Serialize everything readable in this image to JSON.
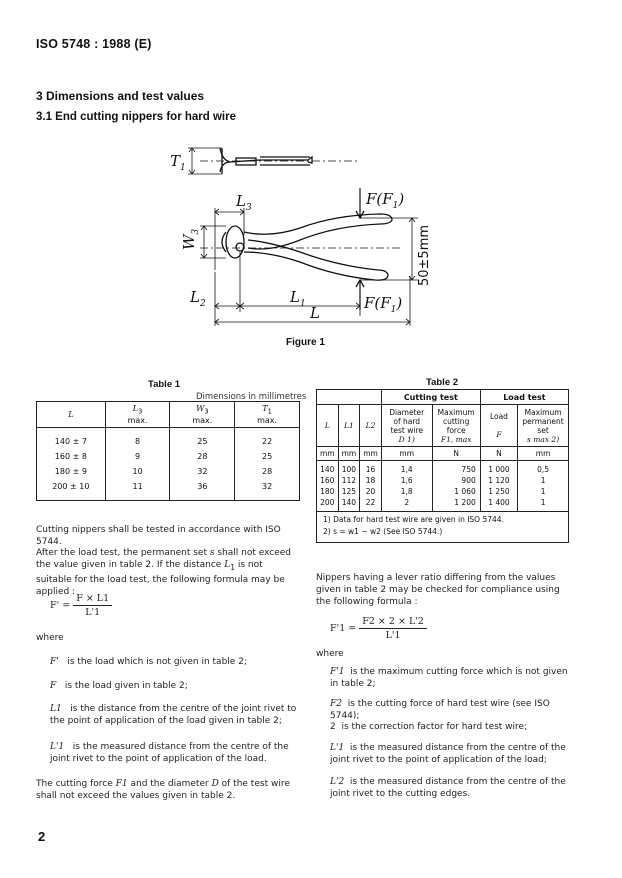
{
  "header": "ISO 5748 : 1988 (E)",
  "section": "3  Dimensions and test values",
  "subsection": "3.1  End cutting nippers for hard wire",
  "figure": {
    "caption": "Figure 1",
    "labels": {
      "t1": "T",
      "t1_sub": "1",
      "l3": "L",
      "l3_sub": "3",
      "w3": "W",
      "w3_sub": "3",
      "f_top": "F(F",
      "f_top_sub": "1",
      "f_top_end": ")",
      "f_bottom": "F(F",
      "f_bottom_sub": "1",
      "f_bottom_end": ")",
      "dist": "50±5mm",
      "l2": "L",
      "l2_sub": "2",
      "l1": "L",
      "l1_sub": "1",
      "l": "L"
    }
  },
  "table1": {
    "title": "Table 1",
    "units": "Dimensions in millimetres",
    "headers": [
      {
        "sym": "L",
        "sub": "",
        "qual": ""
      },
      {
        "sym": "L",
        "sub": "3",
        "qual": "max."
      },
      {
        "sym": "W",
        "sub": "3",
        "qual": "max."
      },
      {
        "sym": "T",
        "sub": "1",
        "qual": "max."
      }
    ],
    "rows": [
      [
        "140 ± 7",
        "8",
        "25",
        "22"
      ],
      [
        "160 ± 8",
        "9",
        "28",
        "25"
      ],
      [
        "180 ± 9",
        "10",
        "32",
        "28"
      ],
      [
        "200 ± 10",
        "11",
        "36",
        "32"
      ]
    ]
  },
  "table2": {
    "title": "Table 2",
    "group_cutting": "Cutting test",
    "group_load": "Load test",
    "headers": {
      "l": "L",
      "l1": "L1",
      "l2": "L2",
      "diameter": [
        "Diameter",
        "of hard",
        "test wire",
        "D 1)"
      ],
      "max_force": [
        "Maximum",
        "cutting",
        "force",
        "F1, max"
      ],
      "load": [
        "Load",
        "F"
      ],
      "perm_set": [
        "Maximum",
        "permanent",
        "set",
        "s max 2)"
      ]
    },
    "units": [
      "mm",
      "mm",
      "mm",
      "mm",
      "N",
      "N",
      "mm"
    ],
    "rows": [
      [
        "140",
        "100",
        "16",
        "1,4",
        "750",
        "1 000",
        "0,5"
      ],
      [
        "160",
        "112",
        "18",
        "1,6",
        "900",
        "1 120",
        "1"
      ],
      [
        "180",
        "125",
        "20",
        "1,8",
        "1 060",
        "1 250",
        "1"
      ],
      [
        "200",
        "140",
        "22",
        "2",
        "1 200",
        "1 400",
        "1"
      ]
    ],
    "footnote1": "1)  Data for hard test wire are given in ISO 5744.",
    "footnote2": "2)  s = w1 − w2 (See ISO 5744.)"
  },
  "left": {
    "p1": "Cutting nippers shall be tested in accordance with ISO 5744.",
    "p2a": "After the load test, the permanent set ",
    "p2b": "s",
    "p2c": " shall not exceed the value given in table 2. If the distance ",
    "p2d": "L",
    "p2e": "1",
    "p2f": " is not suitable for the load test, the following formula may be applied :",
    "formula_lhs": "F' =",
    "formula_num": "F × L1",
    "formula_den": "L'1",
    "where": "where",
    "def1_sym": "F'",
    "def1_text": "is the load which is not given in table 2;",
    "def2_sym": "F",
    "def2_text": "is the load given in table 2;",
    "def3_sym": "L1",
    "def3_text": "is the distance from the centre of the joint rivet to the point of application of the load given in table 2;",
    "def4_sym": "L'1",
    "def4_text": "is the measured distance from the centre of the joint rivet to the point of application of the load.",
    "p3a": "The cutting force ",
    "p3b": "F1",
    "p3c": " and the diameter ",
    "p3d": "D",
    "p3e": " of the test wire shall not exceed the values given in table 2."
  },
  "right": {
    "p1": "Nippers having a lever ratio differing from the values given in table 2 may be checked for compliance using the following formula :",
    "formula_lhs": "F'1 =",
    "formula_num": "F2 × 2 × L'2",
    "formula_den": "L'1",
    "where": "where",
    "def1_sym": "F'1",
    "def1_text": "is the maximum cutting force which is not given in table 2;",
    "def2_sym": "F2",
    "def2_text": "is the cutting force of hard test wire (see ISO 5744);",
    "def3_sym": "2",
    "def3_text": "is the correction factor for hard test wire;",
    "def4_sym": "L'1",
    "def4_text": "is the measured distance from the centre of the joint rivet to the point of application of the load;",
    "def5_sym": "L'2",
    "def5_text": "is the measured distance from the centre of the joint rivet to the cutting edges."
  },
  "page_number": "2"
}
